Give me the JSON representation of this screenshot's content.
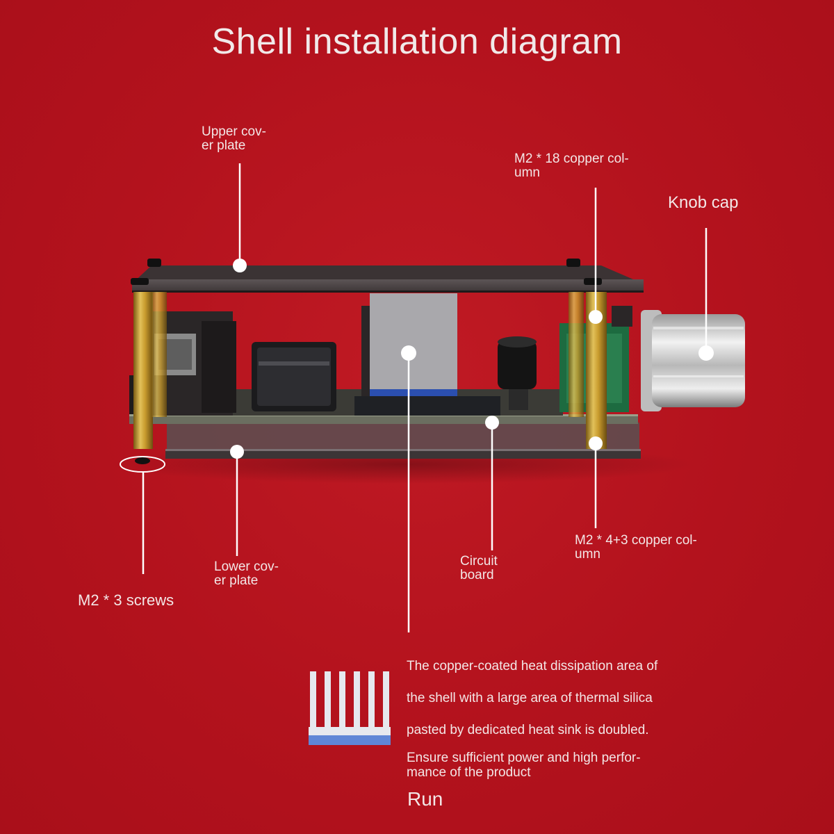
{
  "title": "Shell installation diagram",
  "labels": {
    "upper_cover": [
      "Upper cov-",
      "er plate"
    ],
    "copper_col_18": [
      "M2 * 18 copper col-",
      "umn"
    ],
    "knob_cap": "Knob cap",
    "lower_cover": [
      "Lower cov-",
      "er plate"
    ],
    "circuit_board": [
      "Circuit",
      "board"
    ],
    "copper_col_4_3": [
      "M2 * 4+3 copper col-",
      "umn"
    ],
    "screws": "M2 * 3 screws"
  },
  "description": {
    "line1": "The copper-coated heat dissipation area of",
    "line2": "the shell with a large area of thermal silica",
    "line3": "pasted by dedicated heat sink is doubled.",
    "line4": "Ensure sufficient power and high perfor-",
    "line5": "mance of the product",
    "run": "Run"
  },
  "colors": {
    "background": "#b5141f",
    "text": "#f3e6e6",
    "pointer": "#ffffff",
    "brass": "#c9a23a",
    "board": "#2c2a2a"
  }
}
